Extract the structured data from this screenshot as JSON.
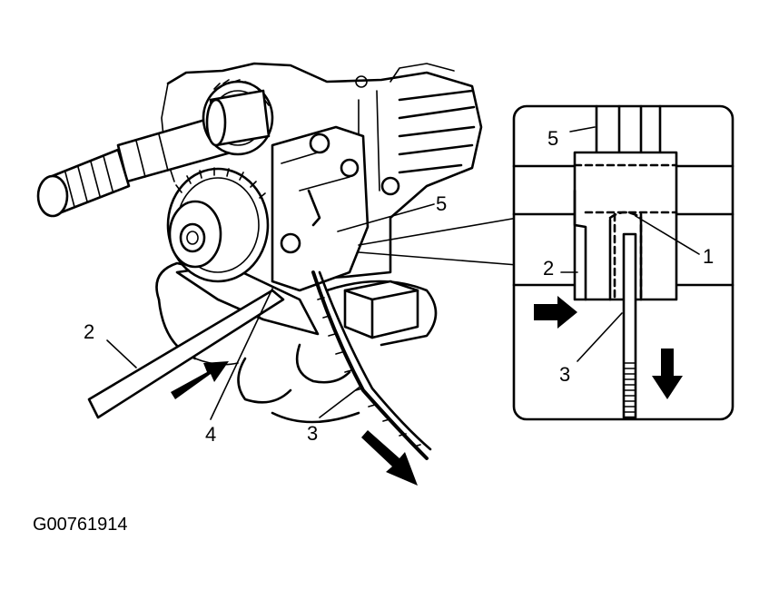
{
  "figure_code": "G00761914",
  "main_callouts": {
    "c2": "2",
    "c3": "3",
    "c4": "4",
    "c5": "5"
  },
  "inset_callouts": {
    "c1": "1",
    "c2": "2",
    "c3": "3",
    "c5": "5"
  }
}
